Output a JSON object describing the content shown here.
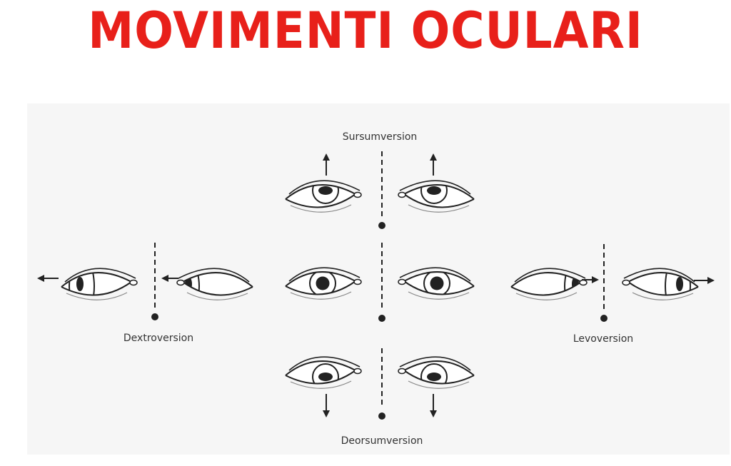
{
  "title": "MOVIMENTI OCULARI",
  "labels": {
    "up": "Sursumversion",
    "down": "Deorsumversion",
    "right": "Dextroversion",
    "left": "Levoversion"
  },
  "colors": {
    "title": "#e8201a",
    "ink": "#222222"
  }
}
